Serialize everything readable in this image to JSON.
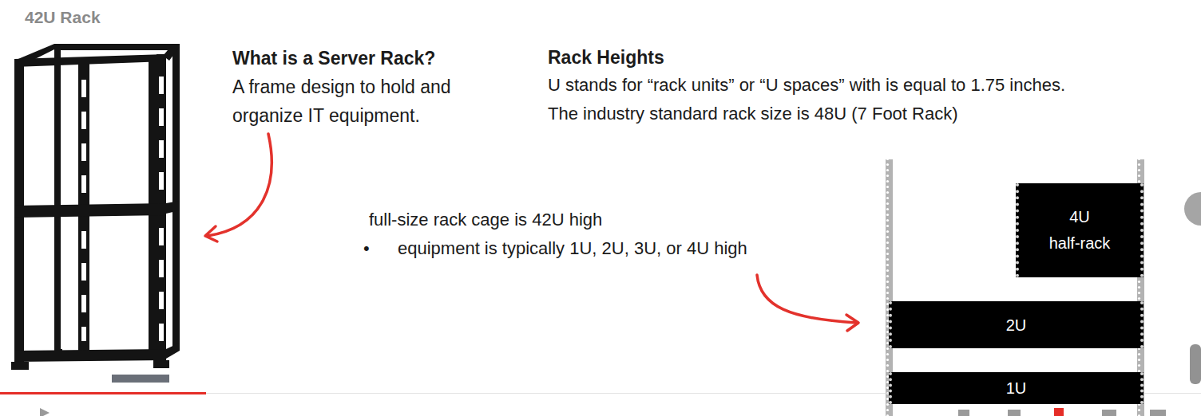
{
  "diagram": {
    "title": "42U Rack",
    "nodes": [
      {
        "text": [
          "4U",
          "half-rack"
        ]
      },
      {
        "text": [
          "2U"
        ]
      },
      {
        "text": [
          "1U"
        ]
      }
    ],
    "labels": [
      "What is a Server Rack?",
      "A frame design to hold and organize IT equipment.",
      "Rack Heights",
      "U stands for “rack units” or “U spaces” with is equal to 1.75 inches.",
      "The industry standard rack size is 48U (7 Foot Rack)",
      "full-size rack cage is 42U high",
      "•",
      "equipment is typically 1U, 2U, 3U, or 4U high"
    ]
  }
}
